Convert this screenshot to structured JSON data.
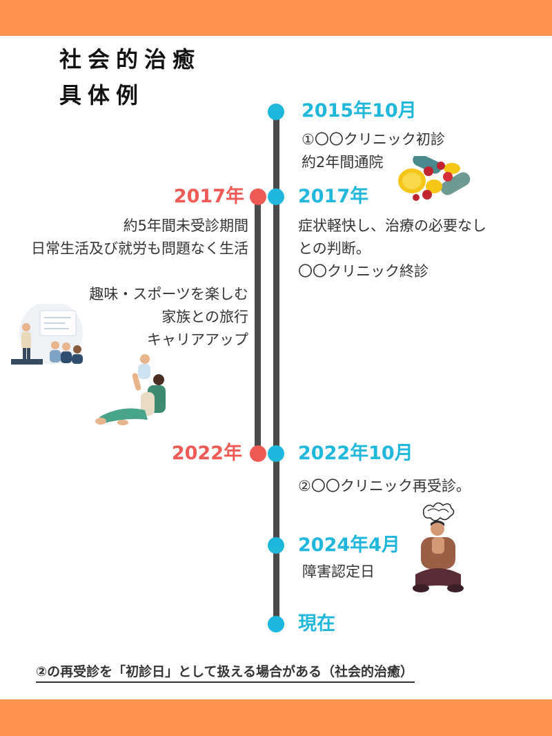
{
  "title": {
    "line1": "社会的治癒",
    "line2": "具体例"
  },
  "timeline": {
    "e2015": {
      "date": "2015年10月",
      "lines": [
        "①〇〇クリニック初診",
        "約2年間通院"
      ]
    },
    "e2017_left": {
      "date": "2017年",
      "lines": [
        "約5年間未受診期間",
        "日常生活及び就労も問題なく生活"
      ]
    },
    "e2017_left_hobby": {
      "lines": [
        "趣味・スポーツを楽しむ",
        "家族との旅行",
        "キャリアアップ"
      ]
    },
    "e2017_right": {
      "date": "2017年",
      "lines": [
        "症状軽快し、治療の必要なし",
        "との判断。",
        "〇〇クリニック終診"
      ]
    },
    "e2022_left": {
      "date": "2022年"
    },
    "e2022_right": {
      "date": "2022年10月",
      "lines": [
        "②〇〇クリニック再受診。"
      ]
    },
    "e2024": {
      "date": "2024年4月",
      "lines": [
        "障害認定日"
      ]
    },
    "now": {
      "date": "現在"
    }
  },
  "footer": "②の再受診を「初診日」として扱える場合がある（社会的治癒）",
  "colors": {
    "band": "#ff9450",
    "accent_blue": "#1fb8dc",
    "accent_red": "#f05a55",
    "line": "#4a4a4a"
  },
  "illustrations": [
    "medicine-pills-illustration",
    "presentation-meeting-illustration",
    "parent-with-baby-illustration",
    "stressed-person-illustration"
  ]
}
